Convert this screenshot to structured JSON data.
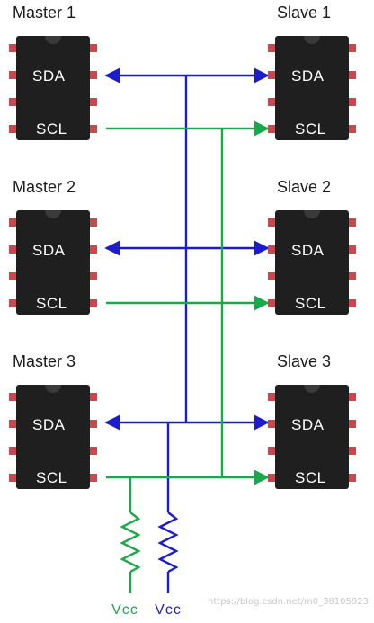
{
  "chips": [
    {
      "id": "master-1",
      "label": "Master 1",
      "pins": [
        "SDA",
        "SCL"
      ]
    },
    {
      "id": "slave-1",
      "label": "Slave 1",
      "pins": [
        "SDA",
        "SCL"
      ]
    },
    {
      "id": "master-2",
      "label": "Master 2",
      "pins": [
        "SDA",
        "SCL"
      ]
    },
    {
      "id": "slave-2",
      "label": "Slave 2",
      "pins": [
        "SDA",
        "SCL"
      ]
    },
    {
      "id": "master-3",
      "label": "Master 3",
      "pins": [
        "SDA",
        "SCL"
      ]
    },
    {
      "id": "slave-3",
      "label": "Slave 3",
      "pins": [
        "SDA",
        "SCL"
      ]
    }
  ],
  "pullups": [
    {
      "label": "Vcc",
      "color": "#1aa84a",
      "line": "SCL"
    },
    {
      "label": "Vcc",
      "color": "#1c1ccc",
      "line": "SDA"
    }
  ],
  "colors": {
    "sda": "#1c1ccc",
    "scl": "#1aa84a",
    "chip_body": "#1f1f1f",
    "pin": "#c9484d"
  },
  "watermark": "https://blog.csdn.net/m0_38105923"
}
